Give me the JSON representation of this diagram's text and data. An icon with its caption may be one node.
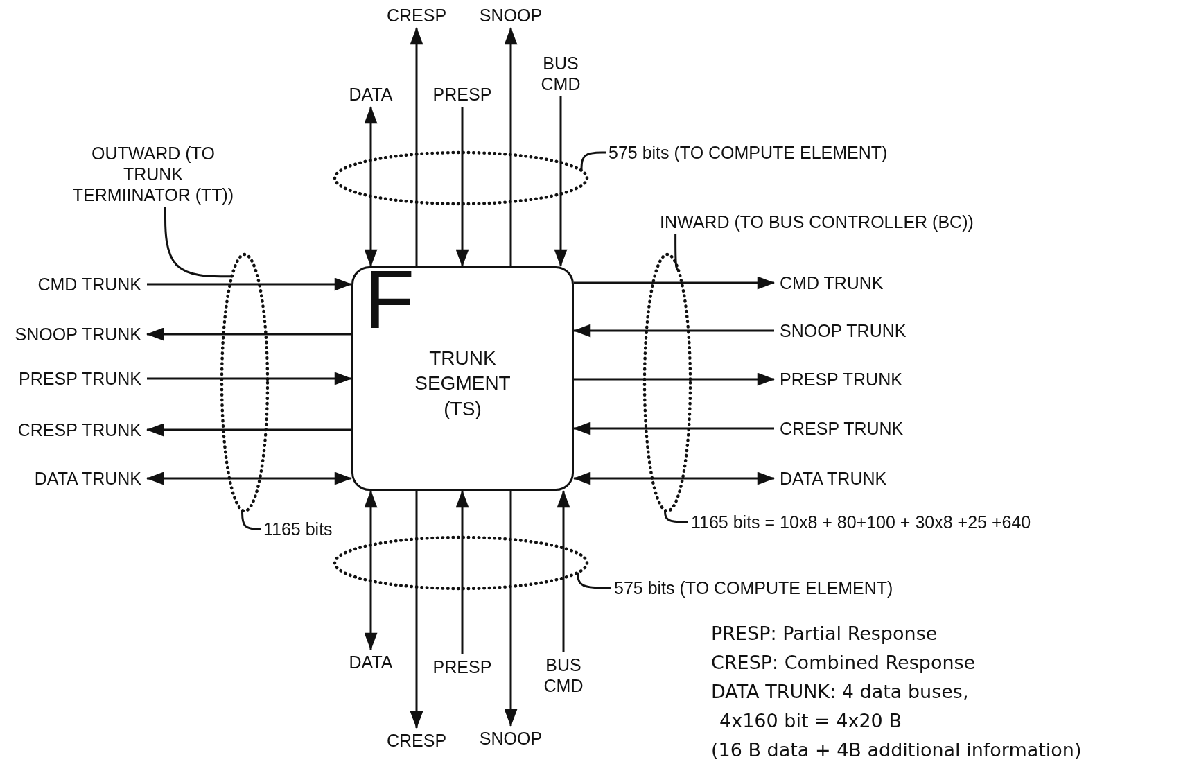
{
  "diagram": {
    "nodes": [
      {
        "text": [
          "F",
          "TRUNK SEGMENT (TS)"
        ]
      },
      {
        "text": [
          "DATA"
        ]
      },
      {
        "text": [
          "CRESP"
        ]
      },
      {
        "text": [
          "PRESP"
        ]
      },
      {
        "text": [
          "SNOOP"
        ]
      },
      {
        "text": [
          "BUS CMD"
        ]
      },
      {
        "text": [
          "CMD TRUNK"
        ]
      },
      {
        "text": [
          "SNOOP TRUNK"
        ]
      },
      {
        "text": [
          "PRESP TRUNK"
        ]
      },
      {
        "text": [
          "CRESP TRUNK"
        ]
      },
      {
        "text": [
          "DATA TRUNK"
        ]
      },
      {
        "text": [
          "CMD TRUNK"
        ]
      },
      {
        "text": [
          "SNOOP TRUNK"
        ]
      },
      {
        "text": [
          "PRESP TRUNK"
        ]
      },
      {
        "text": [
          "CRESP TRUNK"
        ]
      },
      {
        "text": [
          "DATA TRUNK"
        ]
      },
      {
        "text": [
          "DATA"
        ]
      },
      {
        "text": [
          "PRESP"
        ]
      },
      {
        "text": [
          "BUS CMD"
        ]
      },
      {
        "text": [
          "CRESP"
        ]
      },
      {
        "text": [
          "SNOOP"
        ]
      },
      {
        "text": [
          "OUTWARD (TO TRUNK TERMIINATOR (TT))"
        ]
      },
      {
        "text": [
          "575 bits (TO COMPUTE ELEMENT)"
        ]
      },
      {
        "text": [
          "INWARD (TO BUS CONTROLLER (BC))"
        ]
      },
      {
        "text": [
          "1165 bits"
        ]
      },
      {
        "text": [
          "1165 bits = 10x8 + 80+100 + 30x8 +25 +640"
        ]
      },
      {
        "text": [
          "575 bits (TO COMPUTE ELEMENT)"
        ]
      }
    ],
    "edges": [
      {
        "from": 0,
        "to": 1,
        "arrow": "both"
      },
      {
        "from": 0,
        "to": 2,
        "arrow": "to"
      },
      {
        "from": 3,
        "to": 0,
        "arrow": "to"
      },
      {
        "from": 0,
        "to": 4,
        "arrow": "to"
      },
      {
        "from": 5,
        "to": 0,
        "arrow": "to"
      },
      {
        "from": 6,
        "to": 0,
        "arrow": "to"
      },
      {
        "from": 0,
        "to": 7,
        "arrow": "to"
      },
      {
        "from": 8,
        "to": 0,
        "arrow": "to"
      },
      {
        "from": 0,
        "to": 9,
        "arrow": "to"
      },
      {
        "from": 0,
        "to": 10,
        "arrow": "both"
      },
      {
        "from": 0,
        "to": 11,
        "arrow": "to"
      },
      {
        "from": 12,
        "to": 0,
        "arrow": "to"
      },
      {
        "from": 0,
        "to": 13,
        "arrow": "to"
      },
      {
        "from": 14,
        "to": 0,
        "arrow": "to"
      },
      {
        "from": 0,
        "to": 15,
        "arrow": "both"
      },
      {
        "from": 0,
        "to": 16,
        "arrow": "both"
      },
      {
        "from": 17,
        "to": 0,
        "arrow": "to"
      },
      {
        "from": 18,
        "to": 0,
        "arrow": "to"
      },
      {
        "from": 0,
        "to": 19,
        "arrow": "to"
      },
      {
        "from": 0,
        "to": 20,
        "arrow": "to"
      },
      {
        "from": 21,
        "to": null,
        "arrow": "none"
      },
      {
        "from": 22,
        "to": null,
        "arrow": "none"
      },
      {
        "from": 23,
        "to": null,
        "arrow": "none"
      },
      {
        "from": 24,
        "to": null,
        "arrow": "none"
      },
      {
        "from": 25,
        "to": null,
        "arrow": "none"
      },
      {
        "from": 26,
        "to": null,
        "arrow": "none"
      }
    ],
    "labels": [
      "PRESP: Partial Response",
      "CRESP: Combined Response",
      "DATA TRUNK: 4 data buses,",
      "4x160 bit = 4x20 B",
      "(16 B data + 4B additional information)"
    ]
  }
}
